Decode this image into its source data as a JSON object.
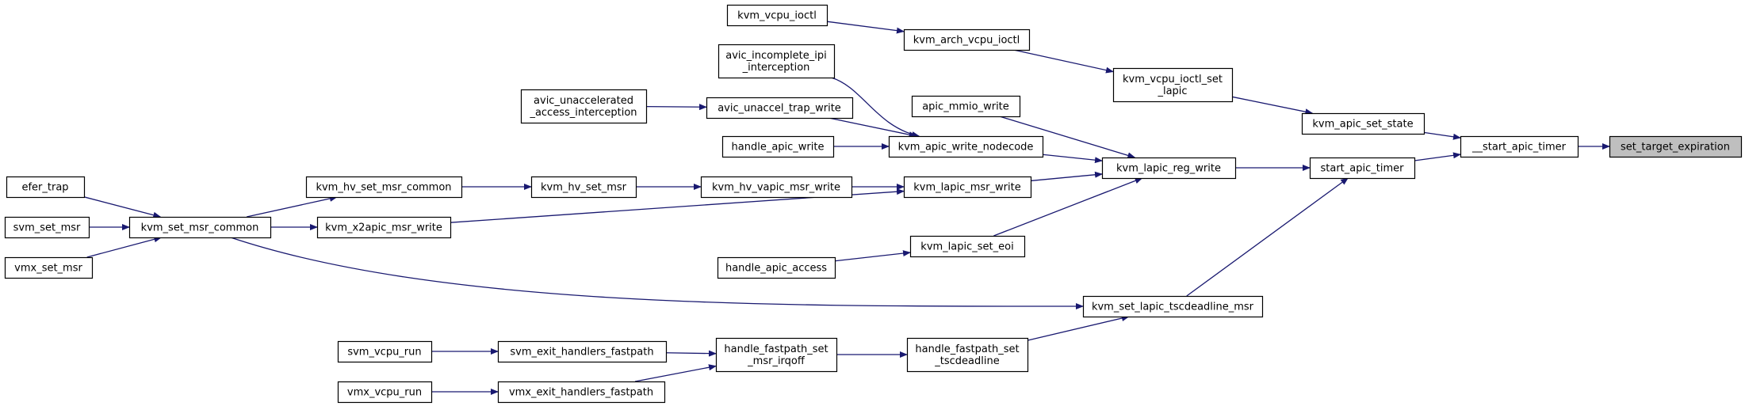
{
  "diagram": {
    "title": "",
    "nodes": [
      {
        "id": "set_target_expiration",
        "lines": [
          "set_target_expiration"
        ],
        "highlighted": true
      },
      {
        "id": "start_apic_timer_dunder",
        "lines": [
          "__start_apic_timer"
        ]
      },
      {
        "id": "kvm_apic_set_state",
        "lines": [
          "kvm_apic_set_state"
        ]
      },
      {
        "id": "start_apic_timer",
        "lines": [
          "start_apic_timer"
        ]
      },
      {
        "id": "kvm_vcpu_ioctl_set_lapic",
        "lines": [
          "kvm_vcpu_ioctl_set",
          "_lapic"
        ]
      },
      {
        "id": "kvm_arch_vcpu_ioctl",
        "lines": [
          "kvm_arch_vcpu_ioctl"
        ]
      },
      {
        "id": "kvm_vcpu_ioctl",
        "lines": [
          "kvm_vcpu_ioctl"
        ]
      },
      {
        "id": "kvm_lapic_reg_write",
        "lines": [
          "kvm_lapic_reg_write"
        ]
      },
      {
        "id": "kvm_set_lapic_tscdeadline_msr",
        "lines": [
          "kvm_set_lapic_tscdeadline_msr"
        ]
      },
      {
        "id": "apic_mmio_write",
        "lines": [
          "apic_mmio_write"
        ]
      },
      {
        "id": "kvm_apic_write_nodecode",
        "lines": [
          "kvm_apic_write_nodecode"
        ]
      },
      {
        "id": "kvm_lapic_msr_write",
        "lines": [
          "kvm_lapic_msr_write"
        ]
      },
      {
        "id": "kvm_lapic_set_eoi",
        "lines": [
          "kvm_lapic_set_eoi"
        ]
      },
      {
        "id": "avic_incomplete_ipi_interception",
        "lines": [
          "avic_incomplete_ipi",
          "_interception"
        ]
      },
      {
        "id": "avic_unaccel_trap_write",
        "lines": [
          "avic_unaccel_trap_write"
        ]
      },
      {
        "id": "avic_unaccelerated_access_interception",
        "lines": [
          "avic_unaccelerated",
          "_access_interception"
        ]
      },
      {
        "id": "handle_apic_write",
        "lines": [
          "handle_apic_write"
        ]
      },
      {
        "id": "kvm_hv_vapic_msr_write",
        "lines": [
          "kvm_hv_vapic_msr_write"
        ]
      },
      {
        "id": "kvm_hv_set_msr",
        "lines": [
          "kvm_hv_set_msr"
        ]
      },
      {
        "id": "kvm_hv_set_msr_common",
        "lines": [
          "kvm_hv_set_msr_common"
        ]
      },
      {
        "id": "kvm_x2apic_msr_write",
        "lines": [
          "kvm_x2apic_msr_write"
        ]
      },
      {
        "id": "kvm_set_msr_common",
        "lines": [
          "kvm_set_msr_common"
        ]
      },
      {
        "id": "efer_trap",
        "lines": [
          "efer_trap"
        ]
      },
      {
        "id": "svm_set_msr",
        "lines": [
          "svm_set_msr"
        ]
      },
      {
        "id": "vmx_set_msr",
        "lines": [
          "vmx_set_msr"
        ]
      },
      {
        "id": "handle_apic_access",
        "lines": [
          "handle_apic_access"
        ]
      },
      {
        "id": "handle_fastpath_set_tscdeadline",
        "lines": [
          "handle_fastpath_set",
          "_tscdeadline"
        ]
      },
      {
        "id": "handle_fastpath_set_msr_irqoff",
        "lines": [
          "handle_fastpath_set",
          "_msr_irqoff"
        ]
      },
      {
        "id": "svm_exit_handlers_fastpath",
        "lines": [
          "svm_exit_handlers_fastpath"
        ]
      },
      {
        "id": "vmx_exit_handlers_fastpath",
        "lines": [
          "vmx_exit_handlers_fastpath"
        ]
      },
      {
        "id": "svm_vcpu_run",
        "lines": [
          "svm_vcpu_run"
        ]
      },
      {
        "id": "vmx_vcpu_run",
        "lines": [
          "vmx_vcpu_run"
        ]
      }
    ],
    "edges": [
      {
        "from": "start_apic_timer_dunder",
        "to": "set_target_expiration"
      },
      {
        "from": "kvm_apic_set_state",
        "to": "start_apic_timer_dunder"
      },
      {
        "from": "start_apic_timer",
        "to": "start_apic_timer_dunder"
      },
      {
        "from": "kvm_vcpu_ioctl_set_lapic",
        "to": "kvm_apic_set_state"
      },
      {
        "from": "kvm_arch_vcpu_ioctl",
        "to": "kvm_vcpu_ioctl_set_lapic"
      },
      {
        "from": "kvm_vcpu_ioctl",
        "to": "kvm_arch_vcpu_ioctl"
      },
      {
        "from": "kvm_lapic_reg_write",
        "to": "start_apic_timer"
      },
      {
        "from": "kvm_set_lapic_tscdeadline_msr",
        "to": "start_apic_timer"
      },
      {
        "from": "apic_mmio_write",
        "to": "kvm_lapic_reg_write"
      },
      {
        "from": "kvm_apic_write_nodecode",
        "to": "kvm_lapic_reg_write"
      },
      {
        "from": "kvm_lapic_msr_write",
        "to": "kvm_lapic_reg_write"
      },
      {
        "from": "kvm_lapic_set_eoi",
        "to": "kvm_lapic_reg_write"
      },
      {
        "from": "avic_incomplete_ipi_interception",
        "to": "kvm_apic_write_nodecode"
      },
      {
        "from": "avic_unaccel_trap_write",
        "to": "kvm_apic_write_nodecode"
      },
      {
        "from": "handle_apic_write",
        "to": "kvm_apic_write_nodecode"
      },
      {
        "from": "avic_unaccelerated_access_interception",
        "to": "avic_unaccel_trap_write"
      },
      {
        "from": "kvm_hv_vapic_msr_write",
        "to": "kvm_lapic_msr_write"
      },
      {
        "from": "kvm_x2apic_msr_write",
        "to": "kvm_lapic_msr_write"
      },
      {
        "from": "kvm_hv_set_msr",
        "to": "kvm_hv_vapic_msr_write"
      },
      {
        "from": "kvm_hv_set_msr_common",
        "to": "kvm_hv_set_msr"
      },
      {
        "from": "kvm_set_msr_common",
        "to": "kvm_hv_set_msr_common"
      },
      {
        "from": "kvm_set_msr_common",
        "to": "kvm_x2apic_msr_write"
      },
      {
        "from": "kvm_set_msr_common",
        "to": "kvm_set_lapic_tscdeadline_msr"
      },
      {
        "from": "efer_trap",
        "to": "kvm_set_msr_common"
      },
      {
        "from": "svm_set_msr",
        "to": "kvm_set_msr_common"
      },
      {
        "from": "vmx_set_msr",
        "to": "kvm_set_msr_common"
      },
      {
        "from": "handle_apic_access",
        "to": "kvm_lapic_set_eoi"
      },
      {
        "from": "handle_fastpath_set_tscdeadline",
        "to": "kvm_set_lapic_tscdeadline_msr"
      },
      {
        "from": "handle_fastpath_set_msr_irqoff",
        "to": "handle_fastpath_set_tscdeadline"
      },
      {
        "from": "svm_exit_handlers_fastpath",
        "to": "handle_fastpath_set_msr_irqoff"
      },
      {
        "from": "vmx_exit_handlers_fastpath",
        "to": "handle_fastpath_set_msr_irqoff"
      },
      {
        "from": "svm_vcpu_run",
        "to": "svm_exit_handlers_fastpath"
      },
      {
        "from": "vmx_vcpu_run",
        "to": "vmx_exit_handlers_fastpath"
      }
    ],
    "colors": {
      "edge": "#191970",
      "node_border": "#000000",
      "node_fill": "#ffffff",
      "highlight_fill": "#bfbfbf",
      "text": "#000000"
    }
  }
}
